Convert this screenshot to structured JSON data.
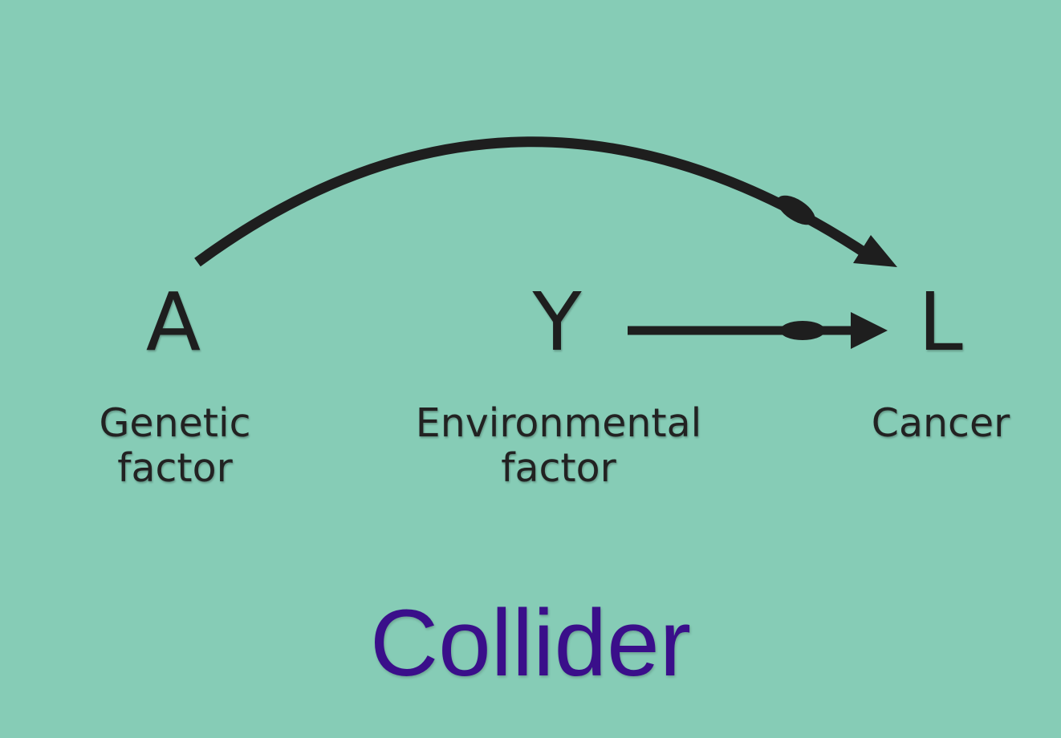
{
  "colors": {
    "background": "#86ccb6",
    "ink": "#1e1e1e",
    "title": "#3a0f8a"
  },
  "nodes": [
    {
      "id": "A",
      "letter": "A",
      "label_lines": [
        "Genetic",
        "factor"
      ]
    },
    {
      "id": "Y",
      "letter": "Y",
      "label_lines": [
        "Environmental",
        "factor"
      ]
    },
    {
      "id": "L",
      "letter": "L",
      "label_lines": [
        "Cancer"
      ]
    }
  ],
  "edges": [
    {
      "from": "A",
      "to": "L",
      "style": "curved"
    },
    {
      "from": "Y",
      "to": "L",
      "style": "straight"
    }
  ],
  "title": "Collider"
}
